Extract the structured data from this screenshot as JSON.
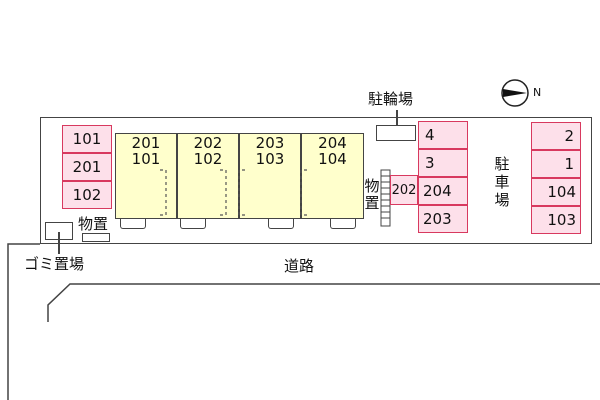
{
  "compass": {
    "label": "N",
    "icon": "north-arrow-icon"
  },
  "labels": {
    "bicycle_parking": "駐輪場",
    "parking": "駐車場",
    "storage_left": "物置",
    "storage_right": "物置",
    "garbage": "ゴミ置場",
    "road": "道路"
  },
  "parking_left": [
    "101",
    "201",
    "102"
  ],
  "parking_middle": [
    "4",
    "3",
    "204",
    "203"
  ],
  "parking_middle_extra": "202",
  "parking_right": [
    "2",
    "1",
    "104",
    "103"
  ],
  "units": [
    {
      "upper": "201",
      "lower": "101"
    },
    {
      "upper": "202",
      "lower": "102"
    },
    {
      "upper": "203",
      "lower": "103"
    },
    {
      "upper": "204",
      "lower": "104"
    }
  ],
  "colors": {
    "parking_fill": "#fde0ea",
    "parking_border": "#d8395f",
    "building_fill": "#ffffcc",
    "line": "#444444"
  }
}
